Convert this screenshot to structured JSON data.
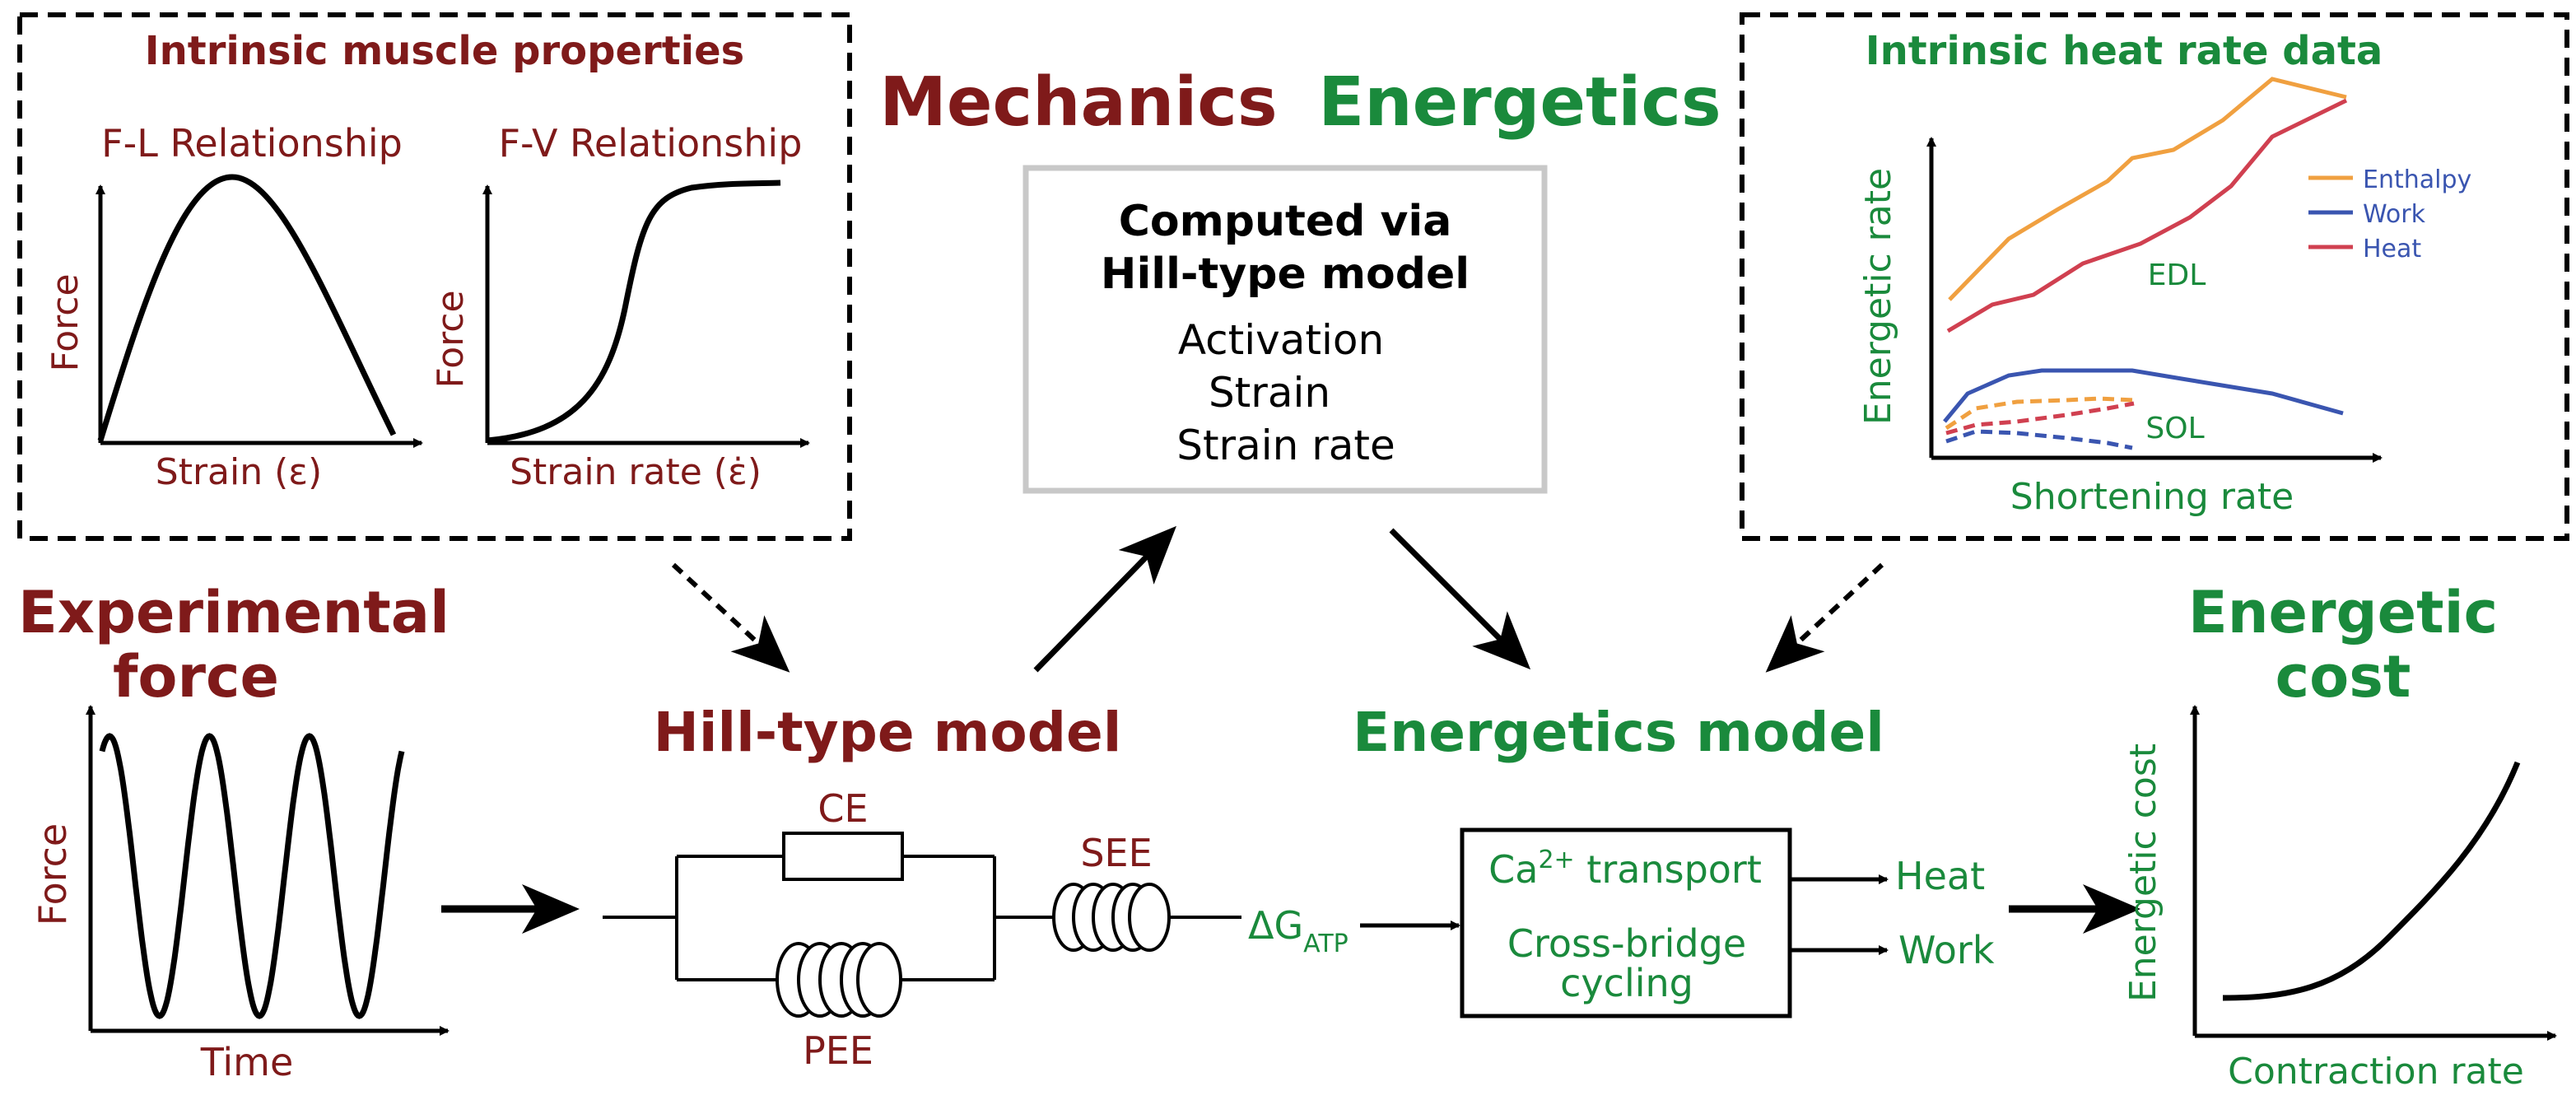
{
  "colors": {
    "mechanics_red": "#7f1a1a",
    "energetics_green": "#1a8a3c",
    "enthalpy_orange": "#f0a040",
    "work_blue": "#3a55b0",
    "heat_red": "#d04050",
    "box_gray": "#c8c8c8"
  },
  "header": {
    "mechanics": "Mechanics",
    "energetics": "Energetics"
  },
  "intrinsic_muscle": {
    "title": "Intrinsic muscle properties",
    "fl_title": "F-L Relationship",
    "fl_ylabel": "Force",
    "fl_xlabel": "Strain (ε)",
    "fv_title": "F-V Relationship",
    "fv_ylabel": "Force",
    "fv_xlabel": "Strain rate (ε̇)"
  },
  "computed_box": {
    "line1": "Computed via",
    "line2": "Hill-type model",
    "items": [
      "Activation",
      "Strain",
      "Strain rate"
    ]
  },
  "heat_rate": {
    "title": "Intrinsic heat rate data",
    "ylabel": "Energetic rate",
    "xlabel": "Shortening rate",
    "legend": [
      "Enthalpy",
      "Work",
      "Heat"
    ],
    "edl_label": "EDL",
    "sol_label": "SOL"
  },
  "experimental": {
    "title_line1": "Experimental",
    "title_line2": "force",
    "ylabel": "Force",
    "xlabel": "Time"
  },
  "hill_model": {
    "title": "Hill-type model",
    "ce": "CE",
    "see": "SEE",
    "pee": "PEE"
  },
  "energetics_model": {
    "title": "Energetics model",
    "input_main": "ΔG",
    "input_sub": "ATP",
    "ca_main": "Ca",
    "ca_sup": "2+",
    "ca_rest": " transport",
    "crossbridge_line1": "Cross-bridge",
    "crossbridge_line2": "cycling",
    "out_heat": "Heat",
    "out_work": "Work"
  },
  "energetic_cost": {
    "title_line1": "Energetic",
    "title_line2": "cost",
    "ylabel": "Energetic cost",
    "xlabel": "Contraction rate"
  }
}
